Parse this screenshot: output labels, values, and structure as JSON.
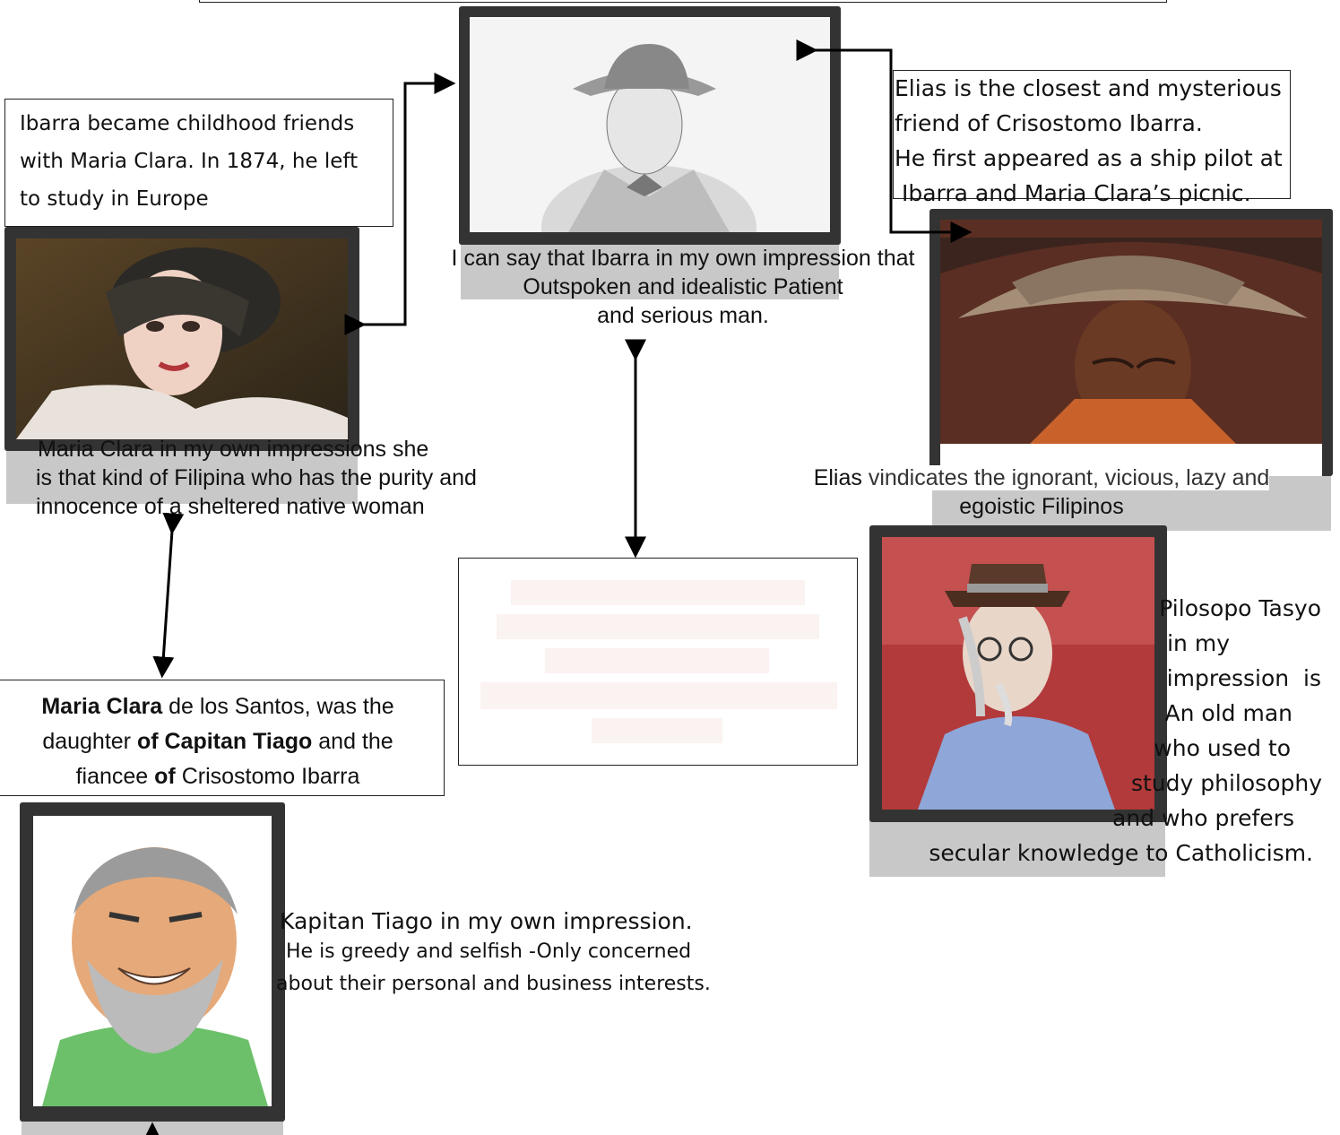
{
  "ibarra": {
    "caption_lines": [
      "I can say that Ibarra in my own impression that",
      "Outspoken and idealistic Patient",
      "and serious man."
    ]
  },
  "maria_clara": {
    "note_lines": [
      "Ibarra became childhood friends",
      "with Maria Clara. In 1874, he left",
      "to study in Europe"
    ],
    "caption_lines": [
      "Maria Clara in my own impressions she",
      "is that kind of Filipina who has the purity and",
      "innocence of a sheltered native woman"
    ],
    "bio": {
      "line1_bold": "Maria Clara",
      "line1_rest": " de los Santos, was the",
      "line2_pre": "daughter ",
      "line2_bold": "of Capitan Tiago",
      "line2_rest": " and the",
      "line3_pre": "fiancee ",
      "line3_bold": "of",
      "line3_rest": " Crisostomo Ibarra"
    }
  },
  "elias": {
    "note_lines": [
      "Elias is the closest and mysterious",
      "friend of Crisostomo Ibarra.",
      "He first appeared as a ship pilot at",
      " Ibarra and Maria Clara’s picnic."
    ],
    "caption_name": "Elias",
    "caption_line1_rest": " vindicates the ignorant, vicious, lazy and",
    "caption_line2": "egoistic Filipinos"
  },
  "tasyo": {
    "caption_lines": [
      "Pilosopo Tasyo",
      "in my",
      "impression  is",
      "An old man",
      "who used to",
      "study philosophy",
      "and who prefers",
      "secular knowledge to Catholicism."
    ]
  },
  "tiago": {
    "caption_line1": "Kapitan Tiago in my own impression.",
    "caption_line2": " He is greedy and selfish -Only concerned",
    "caption_line3": "about their personal and business interests."
  },
  "colors": {
    "frame": "#333333",
    "shadow": "#c8c8c8",
    "arrow": "#000000"
  }
}
